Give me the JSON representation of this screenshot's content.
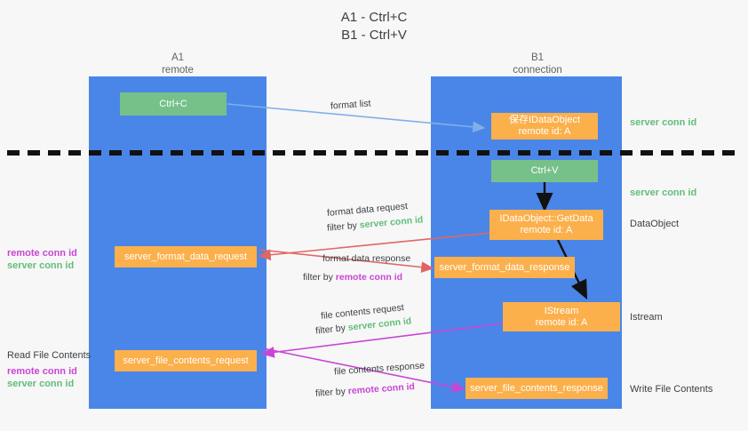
{
  "title": {
    "line1": "A1 - Ctrl+C",
    "line2": "B1 - Ctrl+V"
  },
  "colors": {
    "lane": "#4a86e8",
    "orange_node": "#fbb04c",
    "green_node": "#76c18a",
    "green_text": "#62bd7a",
    "magenta_text": "#c945d6",
    "blue_arrow": "#7eb0e8",
    "red_arrow": "#e06666",
    "magenta_arrow": "#c945d6",
    "dark_arrow": "#111111",
    "background": "#f7f7f7"
  },
  "columns": [
    {
      "name": "A1",
      "subtitle": "remote"
    },
    {
      "name": "B1",
      "subtitle": "connection"
    }
  ],
  "nodes": {
    "ctrl_c": {
      "label": "Ctrl+C"
    },
    "ctrl_v": {
      "label": "Ctrl+V"
    },
    "save_idataobject": {
      "line1": "保存IDataObject",
      "line2": "remote id: A"
    },
    "getdata": {
      "line1": "IDataObject::GetData",
      "line2": "remote id: A"
    },
    "istream": {
      "line1": "IStream",
      "line2": "remote id: A"
    },
    "server_format_data_request": {
      "label": "server_format_data_request"
    },
    "server_format_data_response": {
      "label": "server_format_data_response"
    },
    "server_file_contents_request": {
      "label": "server_file_contents_request"
    },
    "server_file_contents_response": {
      "label": "server_file_contents_response"
    }
  },
  "right_labels": {
    "server_conn_id_1": "server conn id",
    "server_conn_id_2": "server conn id",
    "dataobject": "DataObject",
    "istream": "Istream",
    "write_file_contents": "Write File Contents"
  },
  "left_labels": {
    "remote_conn_id_1": "remote conn id",
    "server_conn_id_1": "server conn id",
    "read_file_contents": "Read File Contents",
    "remote_conn_id_2": "remote conn id",
    "server_conn_id_2": "server conn id"
  },
  "edge_captions": {
    "format_list": "format list",
    "format_data_request": "format data request",
    "format_data_request_filter_prefix": "filter by ",
    "format_data_request_filter_value": "server conn id",
    "format_data_response": "format data response",
    "format_data_response_filter_prefix": "filter by ",
    "format_data_response_filter_value": "remote conn id",
    "file_contents_request": "file contents request",
    "file_contents_request_filter_prefix": "filter by ",
    "file_contents_request_filter_value": "server conn id",
    "file_contents_response": "file contents response",
    "file_contents_response_filter_prefix": "filter by ",
    "file_contents_response_filter_value": "remote conn id"
  }
}
